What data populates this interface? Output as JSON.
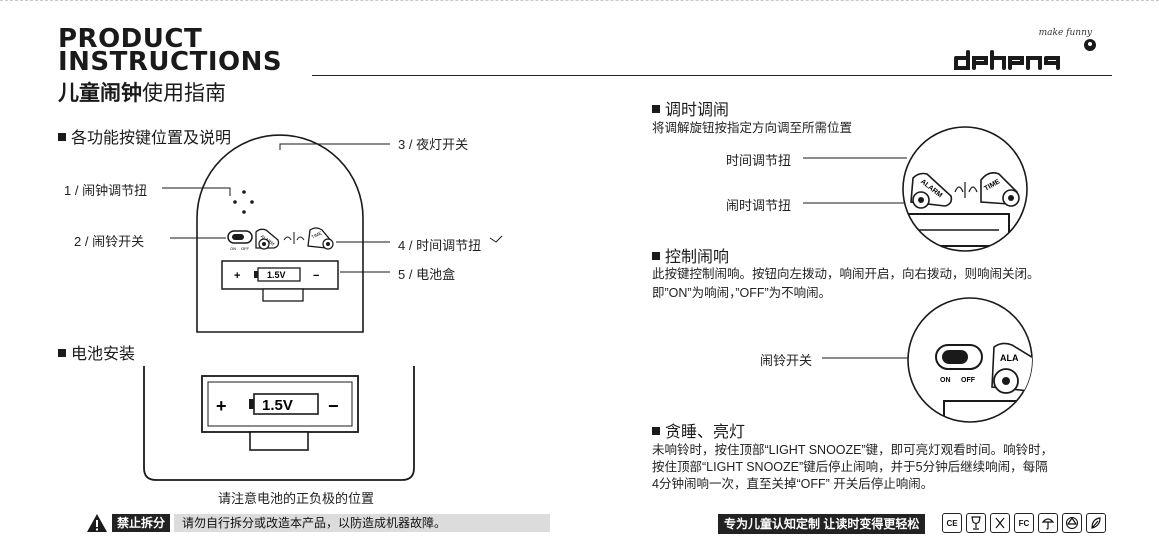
{
  "header": {
    "title_en_line1": "PRODUCT",
    "title_en_line2": "INSTRUCTIONS",
    "title_cn_bold": "儿童闹钟",
    "title_cn_rest": "使用指南",
    "brand_tagline": "make funny",
    "brand_name": "dehens"
  },
  "functions": {
    "title": "各功能按键位置及说明",
    "labels": {
      "alarm_knob": "1 / 闹钟调节扭",
      "alarm_switch": "2 / 闹铃开关",
      "night_light": "3 / 夜灯开关",
      "time_knob": "4 / 时间调节扭",
      "battery_box": "5 / 电池盒"
    },
    "device_text": {
      "alarm": "ALARM",
      "time": "TIME",
      "on": "ON",
      "off": "OFF",
      "plus": "+",
      "minus": "−",
      "voltage": "1.5V"
    }
  },
  "battery": {
    "title": "电池安装",
    "plus": "+",
    "minus": "−",
    "voltage": "1.5V",
    "note": "请注意电池的正负极的位置"
  },
  "set_time": {
    "title": "调时调闹",
    "desc": "将调解旋钮按指定方向调至所需位置",
    "label_time": "时间调节扭",
    "label_alarm": "闹时调节扭",
    "alarm": "ALARM",
    "time": "TIME"
  },
  "control": {
    "title": "控制闹响",
    "desc_line1": "此按键控制闹响。按钮向左拨动，响闹开启，向右拨动，则响闹关闭。",
    "desc_line2": "即”ON”为响闹，”OFF”为不响闹。",
    "label_switch": "闹铃开关",
    "on": "ON",
    "off": "OFF",
    "ala": "ALA"
  },
  "snooze": {
    "title": "贪睡、亮灯",
    "line1": "未响铃时，按住顶部“LIGHT SNOOZE”键，即可亮灯观看时间。响铃时，",
    "line2": "按住顶部“LIGHT SNOOZE”键后停止闹响，并于5分钟后继续响闹，每隔",
    "line3": "4分钟闹响一次，直至关掉“OFF” 开关后停止响闹。"
  },
  "footer": {
    "warning_tag": "禁止拆分",
    "warning_text": "请勿自行拆分或改造本产品，以防造成机器故障。",
    "slogan": "专为儿童认知定制 让读时变得更轻松",
    "certs": [
      "CE",
      "FC"
    ]
  }
}
